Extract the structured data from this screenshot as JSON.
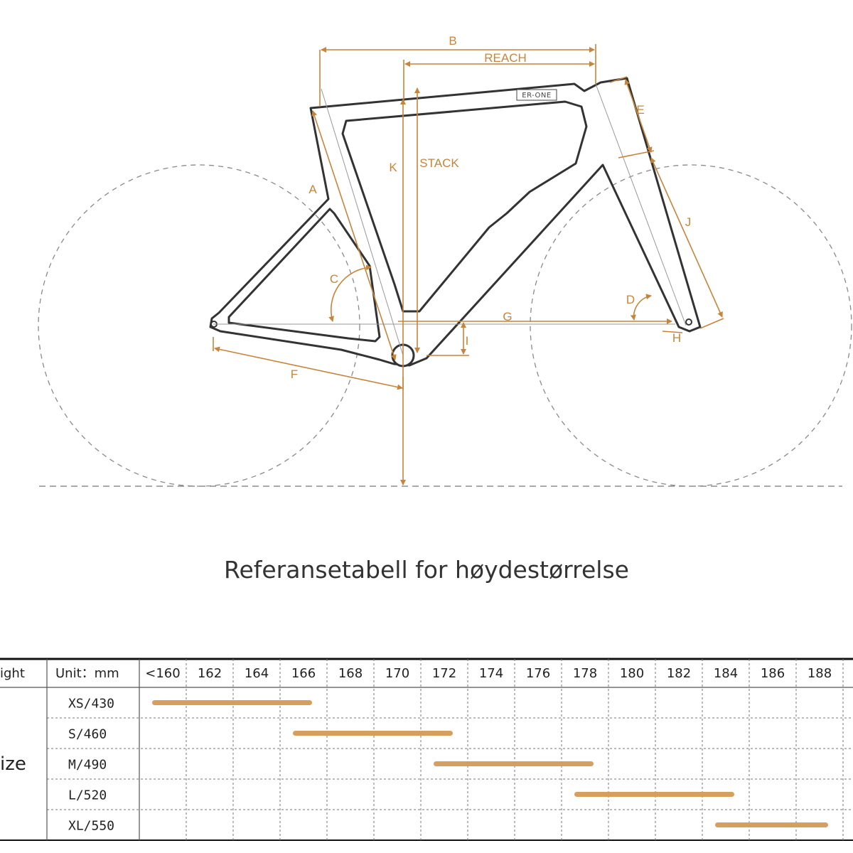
{
  "diagram": {
    "brand_text": "ER-ONE",
    "labels": {
      "b": "B",
      "reach": "REACH",
      "stack": "STACK",
      "k": "K",
      "a": "A",
      "c": "C",
      "d": "D",
      "e": "E",
      "f": "F",
      "g": "G",
      "h": "H",
      "i": "I",
      "j": "J"
    },
    "colors": {
      "accent": "#c8843a",
      "frame": "#333333",
      "wheel": "#8a8a8a"
    }
  },
  "title": "Referansetabell for høydestørrelse",
  "size_table": {
    "corner_label": "ight",
    "unit_label": "Unit：mm",
    "side_label": "ize",
    "heights": [
      "<160",
      "162",
      "164",
      "166",
      "168",
      "170",
      "172",
      "174",
      "176",
      "178",
      "180",
      "182",
      "184",
      "186",
      "188"
    ],
    "rows": [
      {
        "size": "XS/430",
        "from": "<160",
        "to": "166"
      },
      {
        "size": "S/460",
        "from": "166",
        "to": "172"
      },
      {
        "size": "M/490",
        "from": "172",
        "to": "178"
      },
      {
        "size": "L/520",
        "from": "178",
        "to": "184"
      },
      {
        "size": "XL/550",
        "from": "184",
        "to": "188"
      }
    ],
    "bar_color": "#d49a55"
  }
}
